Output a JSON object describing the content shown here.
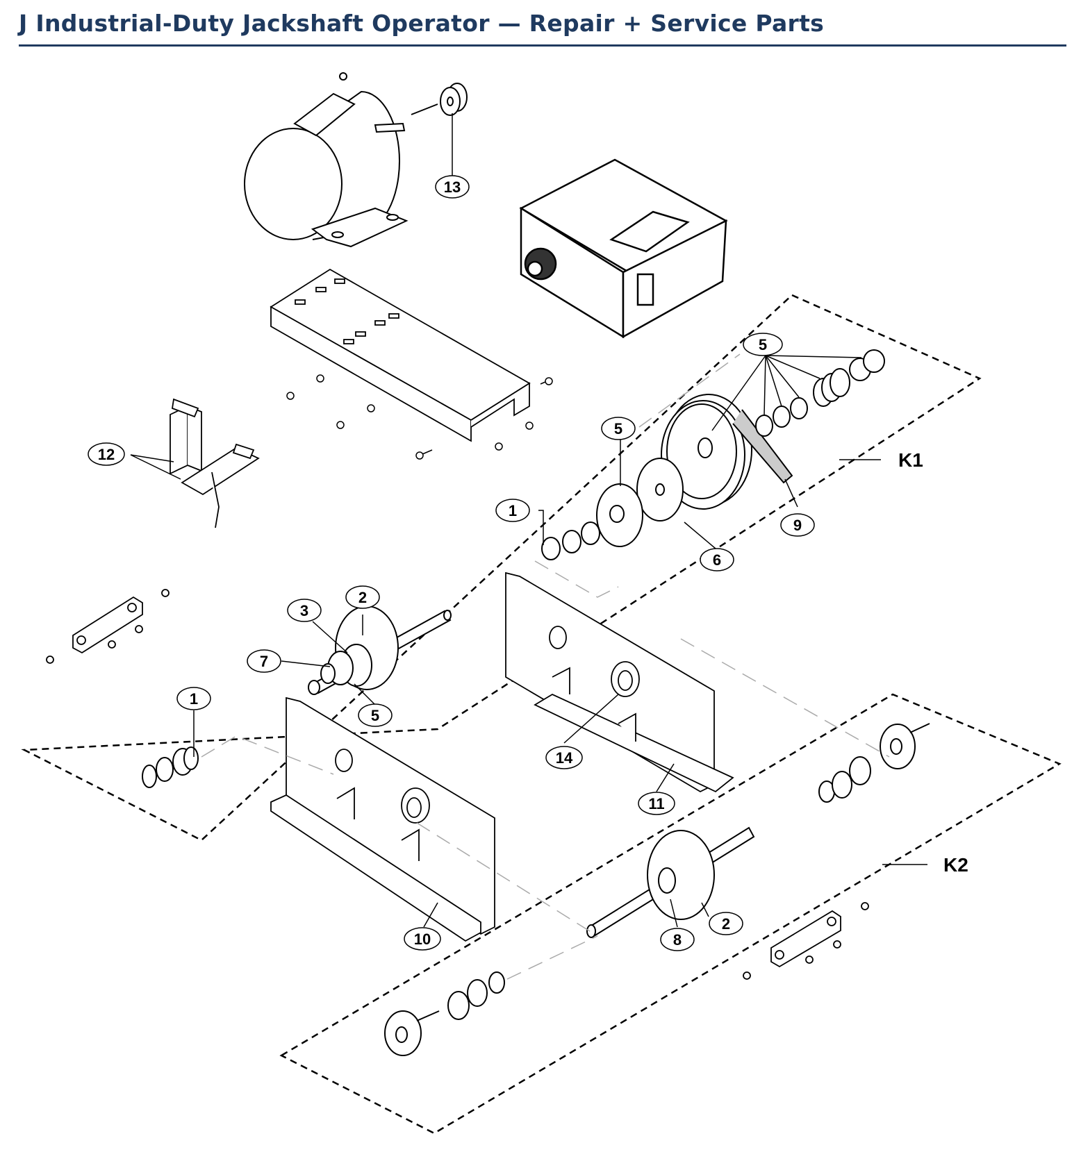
{
  "page": {
    "title": "J Industrial-Duty Jackshaft Operator — Repair + Service Parts",
    "accent_color": "#1f3a5f"
  },
  "kits": {
    "k1": "K1",
    "k2": "K2"
  },
  "callouts": {
    "c13": "13",
    "c5_top": "5",
    "c5_pulley": "5",
    "c12": "12",
    "c1_top": "1",
    "c9": "9",
    "c6": "6",
    "c2_upper": "2",
    "c3": "3",
    "c7": "7",
    "c5_sprocket": "5",
    "c1_left": "1",
    "c14": "14",
    "c11": "11",
    "c10": "10",
    "c8": "8",
    "c2_lower": "2"
  }
}
